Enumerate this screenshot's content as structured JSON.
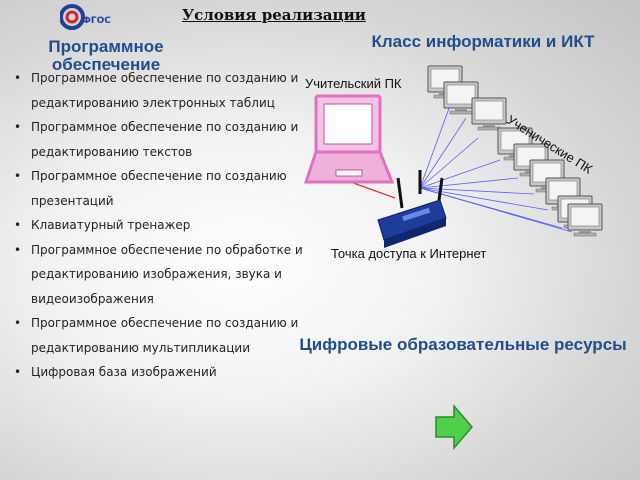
{
  "header": {
    "logo_text": "ФГОС",
    "title": "Условия реализации"
  },
  "software": {
    "title": "Программное обеспечение",
    "items": [
      "Программное обеспечение по созданию и редактированию электронных таблиц",
      "Программное обеспечение по созданию и редактированию текстов",
      "Программное обеспечение по созданию презентаций",
      "Клавиатурный тренажер",
      "Программное обеспечение по обработке и редактированию изображения, звука и видеоизображения",
      "Программное обеспечение по созданию и редактированию мультипликации",
      "Цифровая база изображений"
    ]
  },
  "classroom": {
    "title": "Класс информатики и ИКТ",
    "teacher_label": "Учительский ПК",
    "students_label": "Ученические ПК",
    "access_point_label": "Точка  доступа к Интернет"
  },
  "digital_resources": {
    "title": "Цифровые образовательные ресурсы"
  },
  "icons": {
    "logo": "fgos-logo-icon",
    "teacher_pc": "laptop-icon",
    "student_pc": "desktop-monitor-icon",
    "router": "wifi-router-icon",
    "next": "arrow-right-icon"
  },
  "colors": {
    "heading_blue": "#1f4e8c",
    "laptop_pink": "#e070c0",
    "router_blue": "#1e3c9c",
    "arrow_green": "#4fd04a",
    "link_line": "#5a5aff"
  }
}
